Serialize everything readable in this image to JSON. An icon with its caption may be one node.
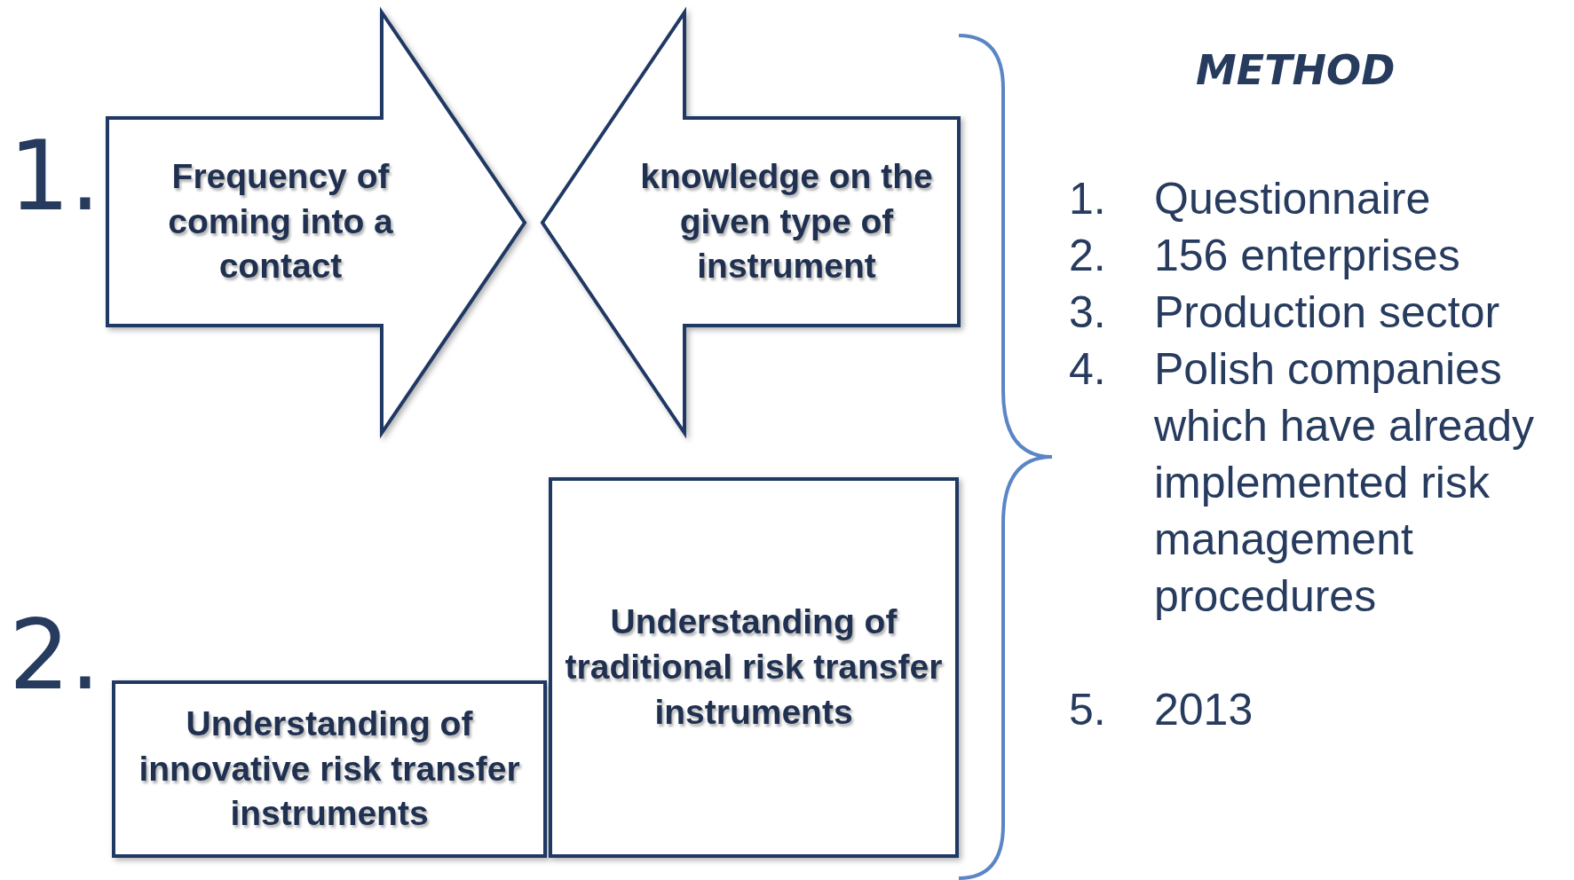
{
  "diagram": {
    "nodes": [
      {
        "text": [
          "Frequency of coming into a contact"
        ]
      },
      {
        "text": [
          "knowledge on the given type of instrument"
        ]
      },
      {
        "text": [
          "Understanding of innovative risk transfer instruments"
        ]
      },
      {
        "text": [
          "Understanding of traditional risk transfer instruments"
        ]
      }
    ],
    "labels": [
      "1.",
      "2.",
      "METHOD",
      "1.",
      "Questionnaire",
      "2.",
      "156 enterprises",
      "3.",
      "Production sector",
      "4.",
      "Polish companies which have already implemented risk management procedures",
      "5.",
      "2013"
    ]
  }
}
